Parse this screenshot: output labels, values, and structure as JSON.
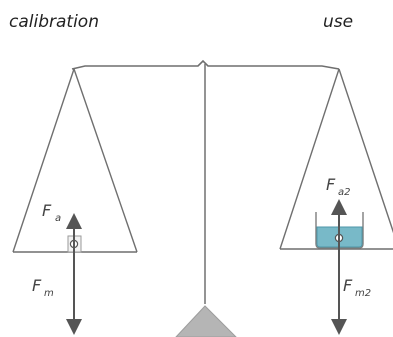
{
  "titles": {
    "left": "calibration",
    "right": "use"
  },
  "labels": {
    "fa": {
      "main": "F",
      "sub": "a"
    },
    "fm": {
      "main": "F",
      "sub": "m"
    },
    "fa2": {
      "main": "F",
      "sub": "a2"
    },
    "fm2": {
      "main": "F",
      "sub": "m2"
    }
  },
  "colors": {
    "line": "#6f6f6f",
    "water": "#78b9c8",
    "fulcrum": "#b5b5b5",
    "arrow": "#555555"
  }
}
